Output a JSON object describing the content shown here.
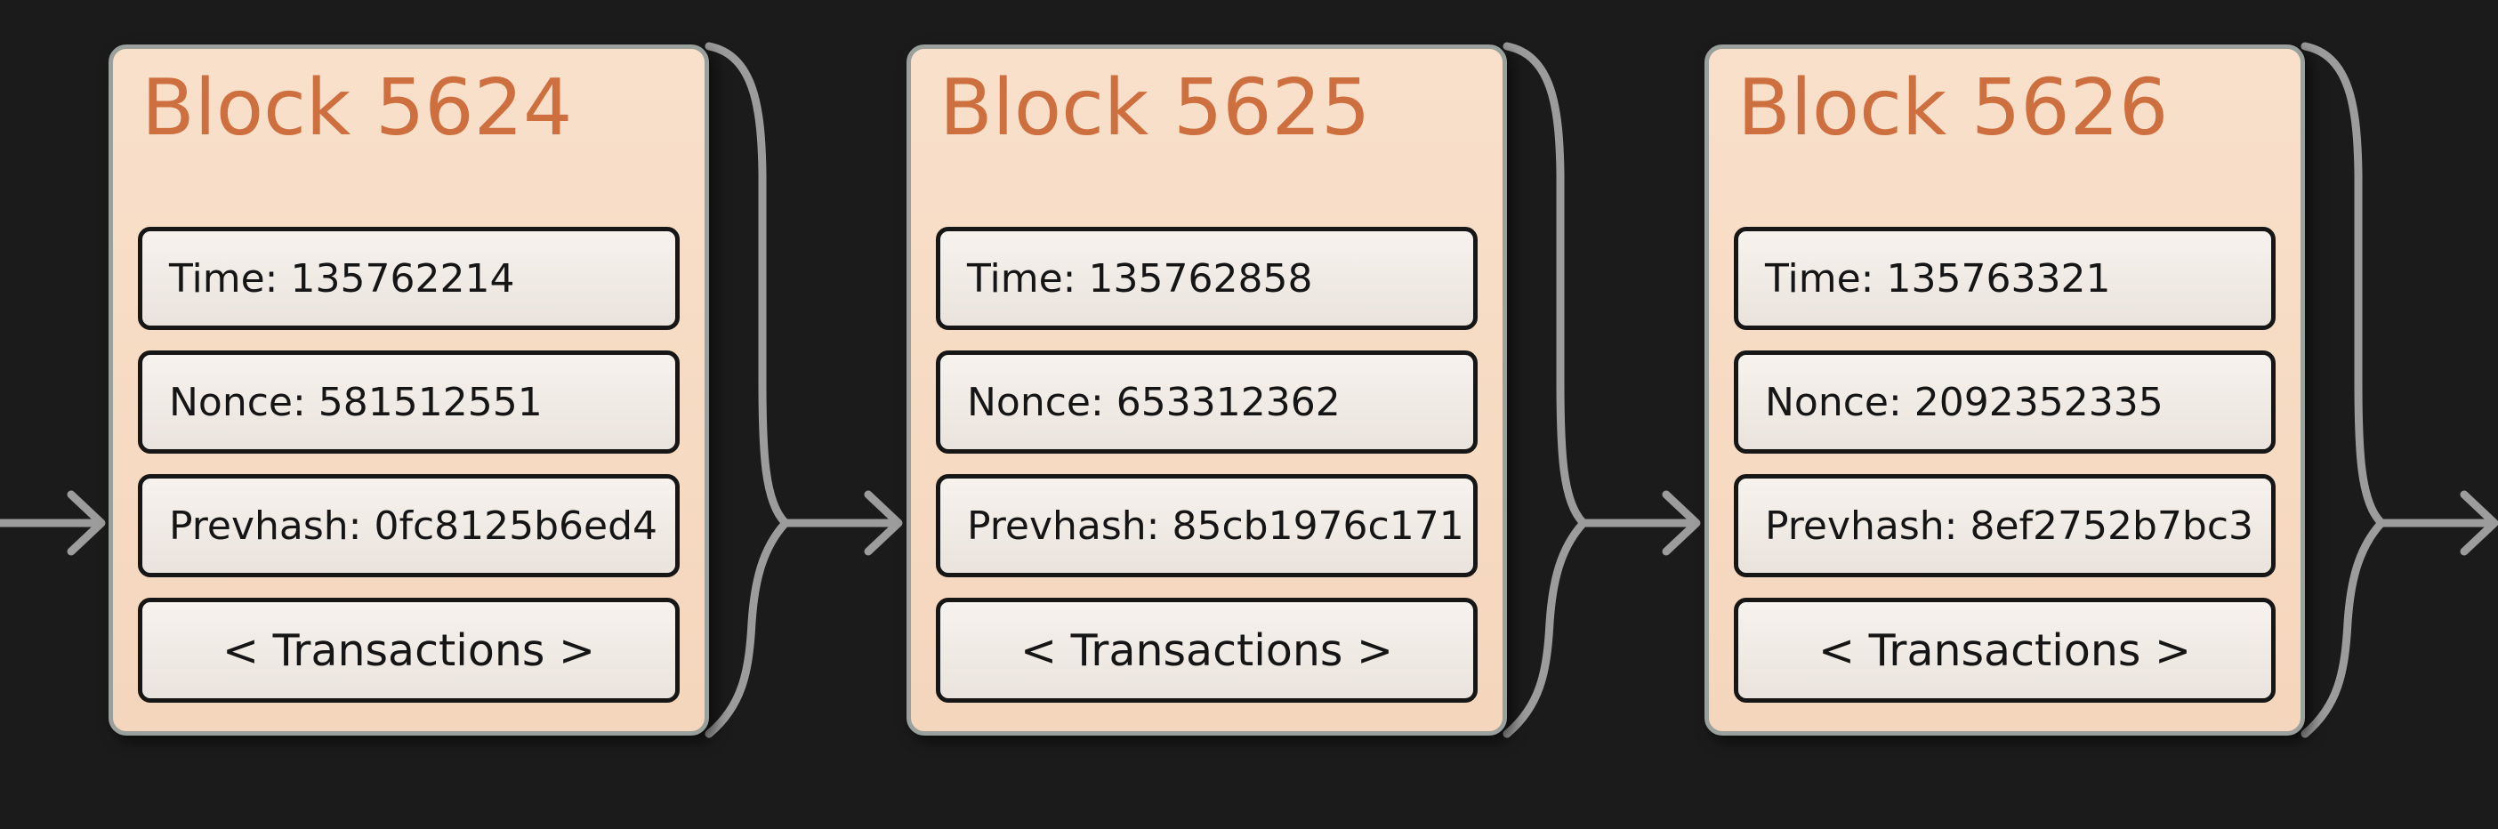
{
  "colors": {
    "background": "#1b1b1b",
    "block_bg_top": "#f9e0cb",
    "block_bg_bottom": "#f4d6bc",
    "block_border": "#9aa09b",
    "title": "#cd6f3e",
    "field_bg_top": "#f7f2ee",
    "field_bg_bottom": "#eae3dd",
    "field_border": "#161616",
    "field_text": "#151515",
    "connector": "#9c9c9c"
  },
  "blocks": [
    {
      "title": "Block 5624",
      "fields": [
        "Time: 135762214",
        "Nonce: 581512551",
        "Prevhash: 0fc8125b6ed4"
      ],
      "transactions_label": "< Transactions >"
    },
    {
      "title": "Block 5625",
      "fields": [
        "Time: 135762858",
        "Nonce: 653312362",
        "Prevhash: 85cb1976c171"
      ],
      "transactions_label": "< Transactions >"
    },
    {
      "title": "Block 5626",
      "fields": [
        "Time: 135763321",
        "Nonce: 2092352335",
        "Prevhash: 8ef2752b7bc3"
      ],
      "transactions_label": "< Transactions >"
    }
  ]
}
